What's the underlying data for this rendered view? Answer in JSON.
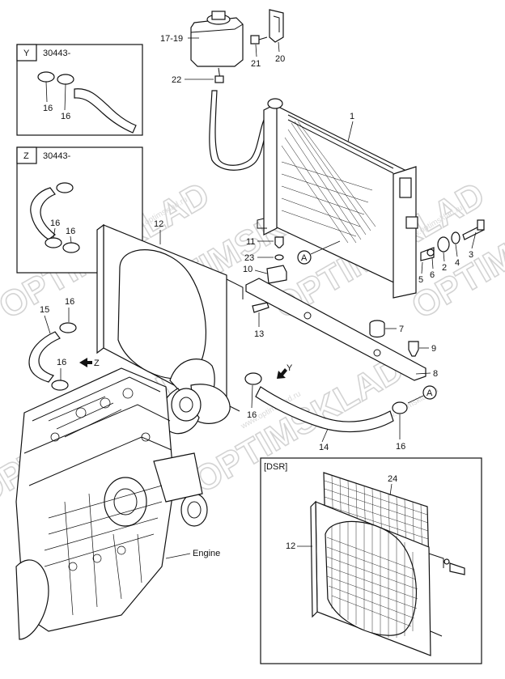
{
  "watermark": {
    "brand": "OPTIMSKLAD",
    "site": "www.optimsklad.ru"
  },
  "insets": {
    "y": {
      "letter": "Y",
      "code": "30443-",
      "callouts": [
        "16",
        "16"
      ]
    },
    "z": {
      "letter": "Z",
      "code": "30443-",
      "callouts": [
        "16",
        "16"
      ]
    },
    "dsr": {
      "title": "[DSR]",
      "callouts": [
        "24",
        "12"
      ]
    }
  },
  "callouts": {
    "p1": "1",
    "p2": "2",
    "p3": "3",
    "p4": "4",
    "p5": "5",
    "p6": "6",
    "p7": "7",
    "p8": "8",
    "p9": "9",
    "p10": "10",
    "p11": "11",
    "p12": "12",
    "p13": "13",
    "p14": "14",
    "p15": "15",
    "p16a": "16",
    "p16b": "16",
    "p16c": "16",
    "p16d": "16",
    "p17_19": "17-19",
    "p20": "20",
    "p21": "21",
    "p22": "22",
    "p23": "23"
  },
  "view_markers": {
    "z": "Z",
    "y": "Y",
    "a1": "A",
    "a2": "A"
  },
  "labels": {
    "engine": "Engine"
  }
}
